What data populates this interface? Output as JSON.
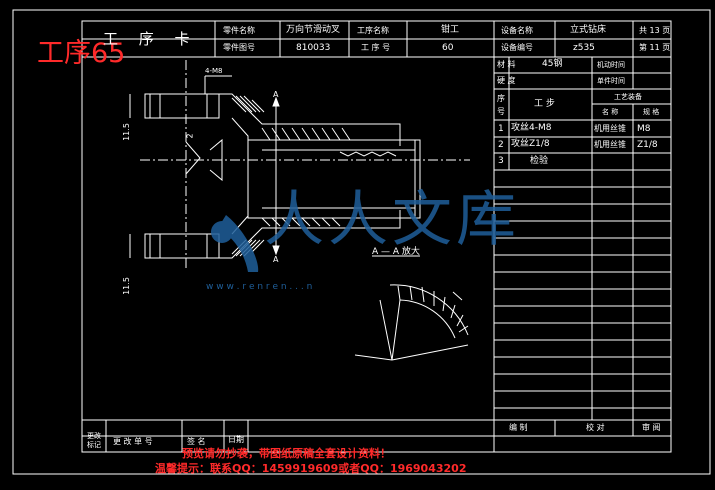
{
  "overlay": {
    "process_label": "工序65",
    "watermark_text": "人人文库",
    "watermark_url": "w w w . r e n r e n . . . n"
  },
  "header": {
    "card_title": "工 序 卡",
    "part_name_label": "零件名称",
    "part_name": "万向节滑动叉",
    "process_name_label": "工序名称",
    "process_name": "钳工",
    "equipment_name_label": "设备名称",
    "equipment_name": "立式钻床",
    "total_pages": "共 13 页",
    "part_drawing_label": "零件图号",
    "part_drawing_no": "810033",
    "process_no_label": "工 序 号",
    "process_no": "60",
    "equipment_no_label": "设备编号",
    "equipment_no": "z535",
    "page_no": "第 11 页"
  },
  "material": {
    "material_label": "材 料",
    "material_value": "45钢",
    "machine_time_label": "机动时间",
    "hardness_label": "硬 度",
    "unit_time_label": "单件时间"
  },
  "steps_table": {
    "seq_label_1": "序",
    "seq_label_2": "号",
    "step_header": "工  步",
    "equipment_header": "工艺装备",
    "name_col": "名 称",
    "spec_col": "规 格",
    "rows": [
      {
        "no": "1",
        "step": "攻丝4-M8",
        "tool": "机用丝锥",
        "spec": "M8"
      },
      {
        "no": "2",
        "step": "攻丝Z1/8",
        "tool": "机用丝锥",
        "spec": "Z1/8"
      },
      {
        "no": "3",
        "step": "检验",
        "tool": "",
        "spec": ""
      }
    ]
  },
  "drawing": {
    "thread_callout": "4-M8",
    "section_mark": "A",
    "dim_a": "11.5",
    "dim_b": "11.5",
    "dim_c": "2",
    "section_view_label": "A — A 放大"
  },
  "footer": {
    "mark_label_1": "更改",
    "mark_label_2": "标记",
    "doc_no_label": "更 改 单 号",
    "signature_label": "签 名",
    "date_label": "日期",
    "prepared_label": "编 制",
    "checked_label": "校 对",
    "approved_label": "审 阅"
  },
  "notice": {
    "line1": "预览请勿抄袭，带图纸原稿全套设计资料！",
    "line2": "温馨提示：联系QQ：1459919609或者QQ：1969043202"
  },
  "colors": {
    "background": "#000000",
    "lines": "#ffffff",
    "accent_red": "#ff2a2a",
    "watermark": "#1f5f9a"
  }
}
